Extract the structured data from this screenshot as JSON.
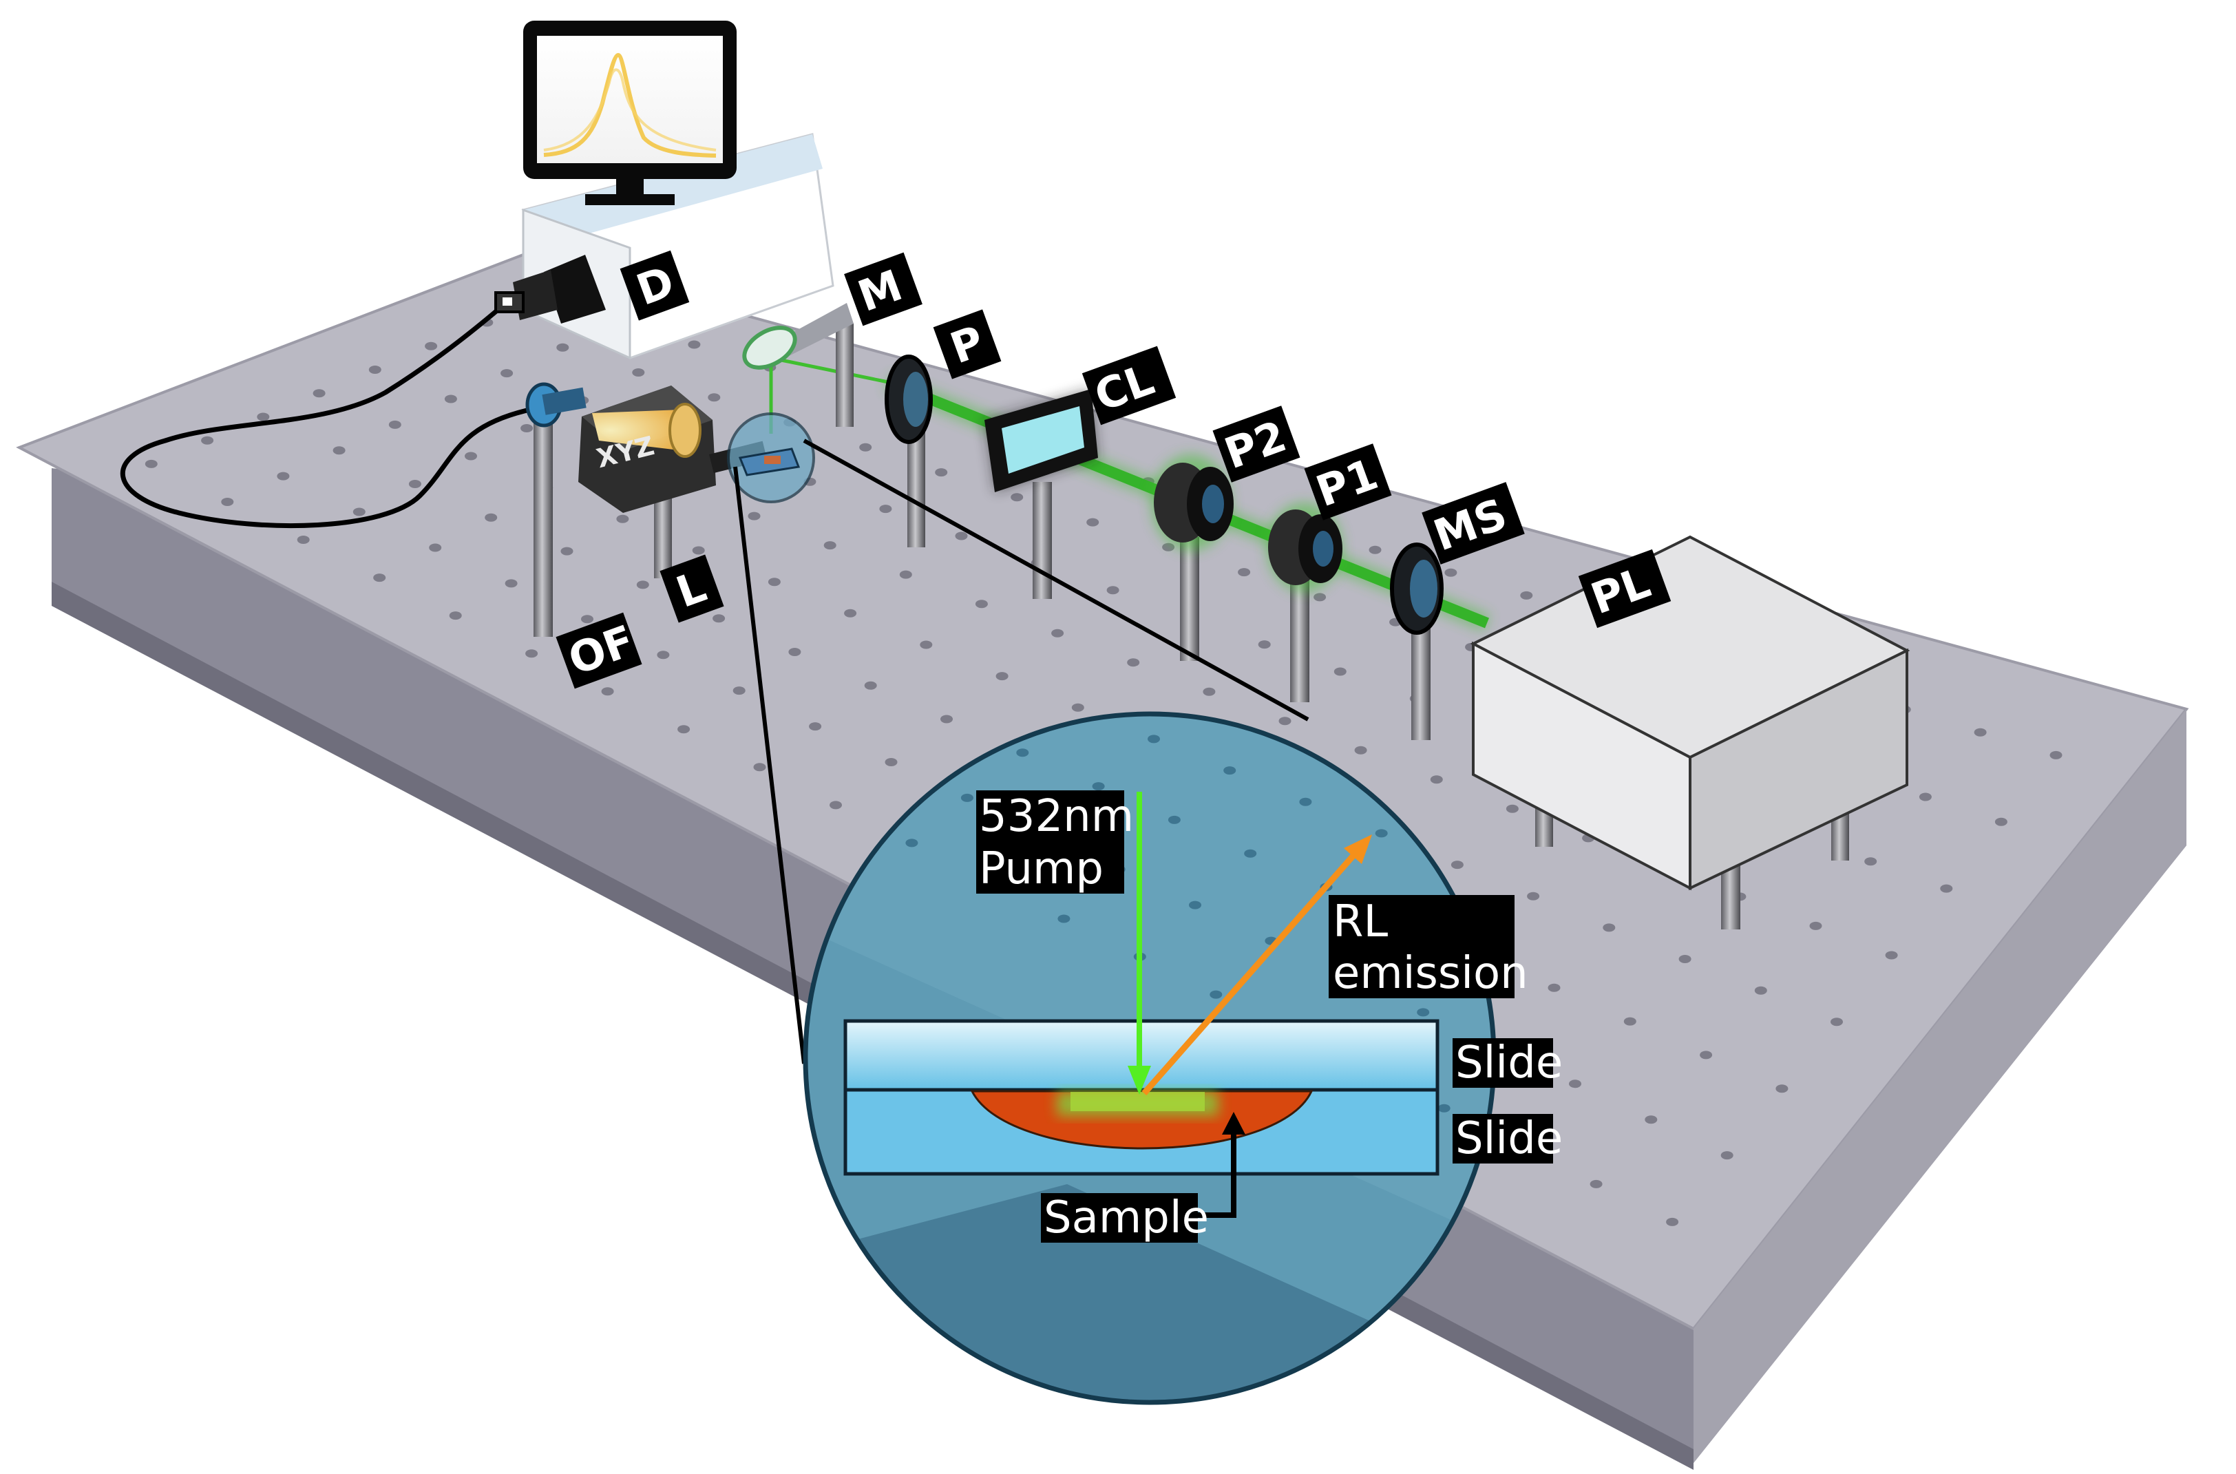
{
  "labels": {
    "D": "D",
    "M": "M",
    "P": "P",
    "CL": "CL",
    "P2": "P2",
    "P1": "P1",
    "MS": "MS",
    "PL": "PL",
    "L": "L",
    "OF": "OF",
    "XYZ": "XYZ"
  },
  "inset": {
    "pump_line1": "532nm",
    "pump_line2": "Pump",
    "emission_line1": "RL",
    "emission_line2": "emission",
    "slide_top": "Slide",
    "slide_bottom": "Slide",
    "sample": "Sample"
  },
  "colors": {
    "table_top": "#b9b8c2",
    "table_side": "#8d8c99",
    "beam": "#3fbf2f",
    "pump_arrow": "#55ee22",
    "emission_arrow": "#f5901a",
    "sample": "#d8480e",
    "slide": "#6cc3e8",
    "inset": "#5f9bb4",
    "label_bg": "#000000"
  },
  "icons": [
    "monitor-icon",
    "detector-camera-icon",
    "optical-fiber-icon"
  ]
}
